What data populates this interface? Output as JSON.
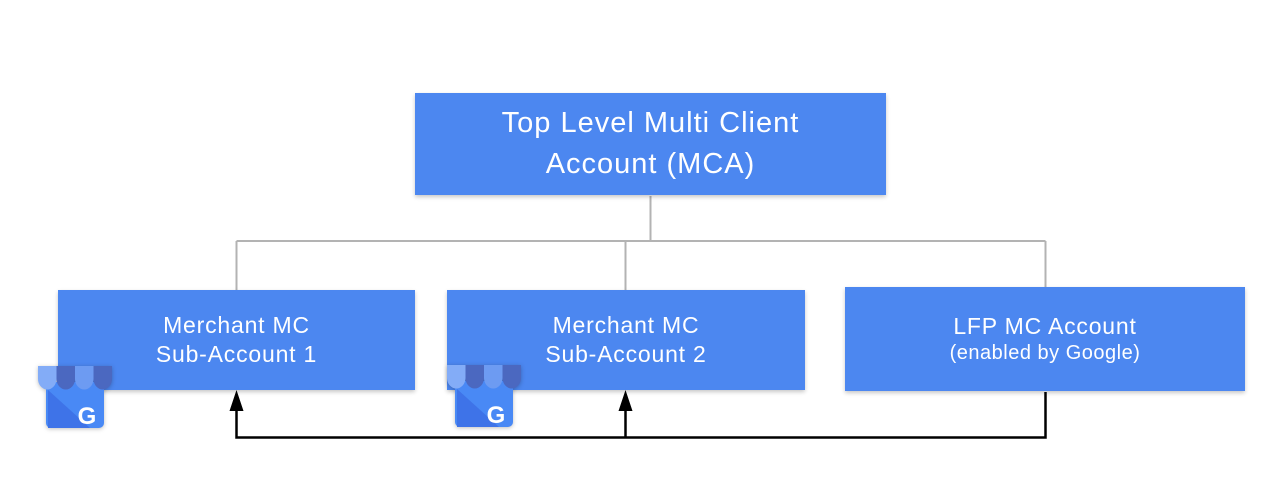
{
  "diagram": {
    "type": "account-hierarchy",
    "background": "#ffffff",
    "colors": {
      "node_fill": "#4C87F0",
      "node_text": "#ffffff",
      "tree_connector": "#b3b3b3",
      "flow_arrow": "#000000",
      "icon_body": "#4989F5",
      "icon_fold": "#3E73E8",
      "icon_awning_light": "#83ACF7",
      "icon_awning_mid": "#6D9BF2",
      "icon_awning_dark": "#4B68C0",
      "icon_letter_color": "#ffffff"
    },
    "nodes": {
      "mca": {
        "line1": "Top Level Multi Client",
        "line2": "Account (MCA)"
      },
      "sub1": {
        "line1": "Merchant MC",
        "line2": "Sub-Account 1"
      },
      "sub2": {
        "line1": "Merchant MC",
        "line2": "Sub-Account 2"
      },
      "lfp": {
        "line1": "LFP MC Account",
        "line2": "(enabled by Google)"
      }
    },
    "icons": {
      "sub1_badge": {
        "name": "google-my-business",
        "letter": "G"
      },
      "sub2_badge": {
        "name": "google-my-business",
        "letter": "G"
      }
    }
  }
}
